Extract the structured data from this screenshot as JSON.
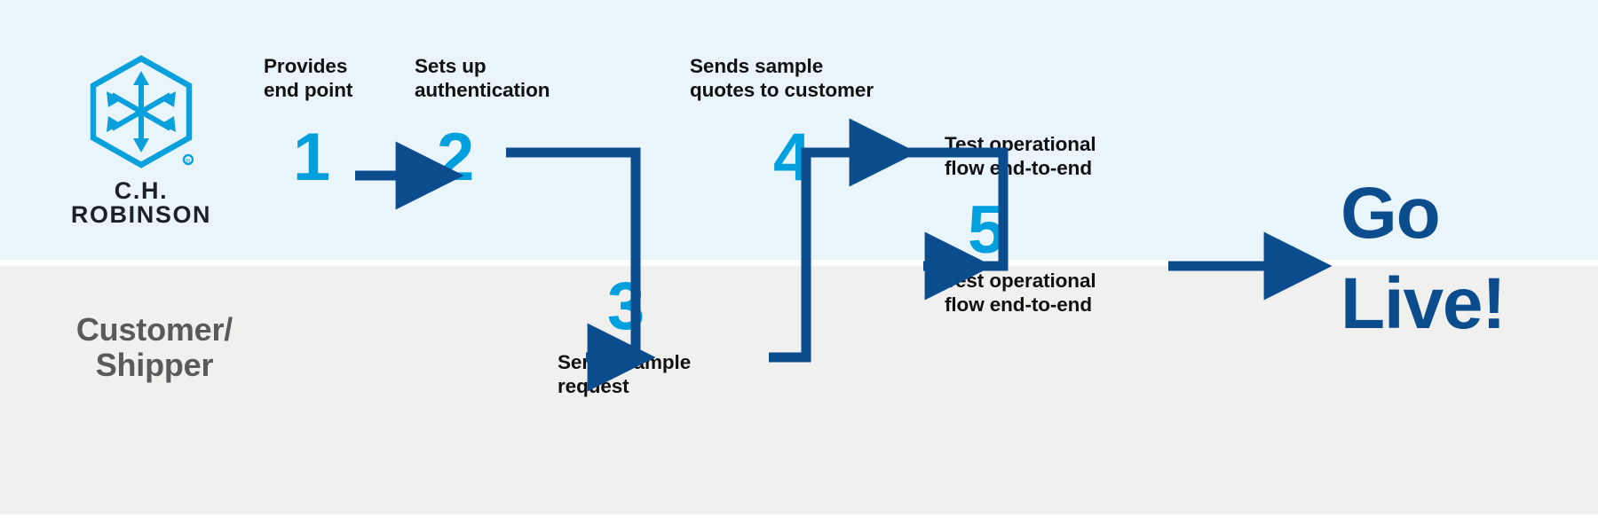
{
  "brand": {
    "name": "C.H. ROBINSON",
    "logo_icon": "hexagon-arrows-icon",
    "registered_mark": "®"
  },
  "colors": {
    "cyan": "#00a0df",
    "dark_blue": "#0b4c8c",
    "band_top": "#e9f4fb",
    "band_bottom": "#f0f0ef",
    "caption_text": "#111111",
    "lane_label_text": "#5a5a5a"
  },
  "lanes": [
    {
      "id": "ch-robinson-lane",
      "label": ""
    },
    {
      "id": "customer-shipper-lane",
      "label": "Customer/\nShipper"
    }
  ],
  "steps": [
    {
      "number": "1",
      "caption": "Provides\nend point",
      "lane": "ch-robinson-lane"
    },
    {
      "number": "2",
      "caption": "Sets up\nauthentication",
      "lane": "ch-robinson-lane"
    },
    {
      "number": "3",
      "caption": "Sends sample\nrequest",
      "lane": "customer-shipper-lane"
    },
    {
      "number": "4",
      "caption": "Sends sample\nquotes to customer",
      "lane": "ch-robinson-lane"
    },
    {
      "number": "5",
      "caption_above": "Test operational\nflow end-to-end",
      "caption_below": "Test operational\nflow end-to-end",
      "lane": "both"
    }
  ],
  "outcome": {
    "label": "Go\nLive!"
  },
  "connectors": [
    {
      "from": "1",
      "to": "2",
      "shape": "straight-right-arrow"
    },
    {
      "from": "2",
      "to": "3",
      "shape": "down-elbow-arrow"
    },
    {
      "from": "3",
      "to": "4",
      "shape": "up-elbow-arrow"
    },
    {
      "from": "4",
      "to": "5",
      "shape": "down-elbow-arrow"
    },
    {
      "from": "5",
      "to": "go-live",
      "shape": "straight-right-arrow"
    }
  ]
}
